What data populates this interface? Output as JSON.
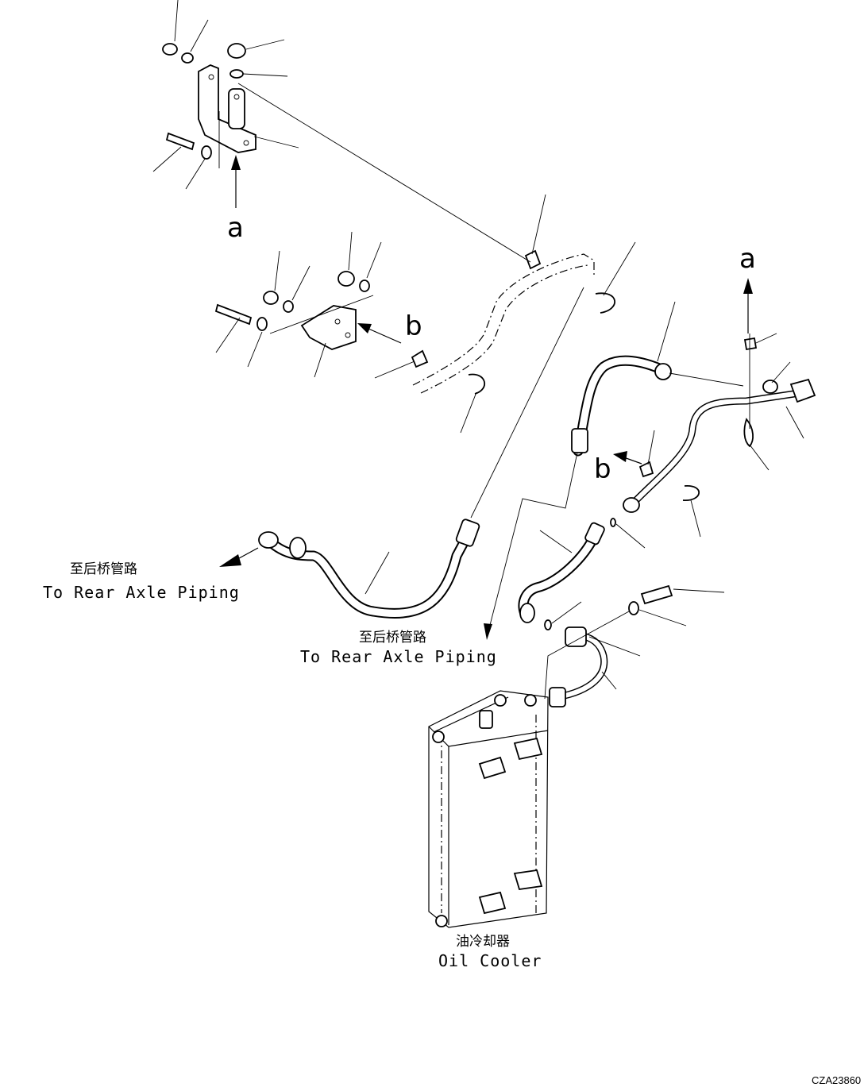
{
  "labels": {
    "rear_axle_left_zh": "至后桥管路",
    "rear_axle_left_en": "To Rear Axle Piping",
    "rear_axle_center_zh": "至后桥管路",
    "rear_axle_center_en": "To Rear Axle Piping",
    "oil_cooler_zh": "油冷却器",
    "oil_cooler_en": "Oil Cooler",
    "view_a": "a",
    "view_a_right": "a",
    "view_b": "b",
    "view_b_right": "b",
    "drawing_code": "CZA23860"
  }
}
